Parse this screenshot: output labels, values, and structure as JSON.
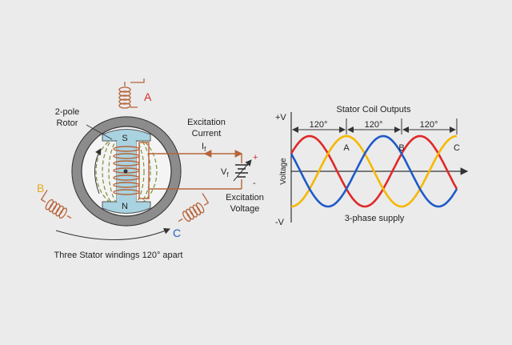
{
  "colors": {
    "background": "#ebebeb",
    "stator_ring": "#8c8c8c",
    "rotor_blue": "#a9d3e0",
    "coil_brown": "#b7643a",
    "flux_green": "#7a8f3c",
    "label_red": "#d22b2b",
    "label_yellow": "#e8a818",
    "label_blue": "#2560c0",
    "wave_red": "#e02828",
    "wave_yellow": "#f5b800",
    "wave_blue": "#1f5ac8",
    "axis": "#333333"
  },
  "generator": {
    "rotor_label_line1": "2-pole",
    "rotor_label_line2": "Rotor",
    "pole_north": "N",
    "pole_south": "S",
    "phase_a": "A",
    "phase_b": "B",
    "phase_c": "C",
    "windings_caption": "Three Stator windings 120° apart"
  },
  "excitation": {
    "current_line1": "Excitation",
    "current_line2": "Current",
    "current_symbol": "I",
    "current_subscript": "f",
    "voltage_symbol": "V",
    "voltage_subscript": "f",
    "plus": "+",
    "minus": "-",
    "voltage_line1": "Excitation",
    "voltage_line2": "Voltage"
  },
  "waveform": {
    "title": "Stator Coil Outputs",
    "y_axis_label": "Voltage",
    "y_top": "+V",
    "y_bottom": "-V",
    "spacing_labels": [
      "120°",
      "120°",
      "120°"
    ],
    "phase_labels": [
      "A",
      "B",
      "C"
    ],
    "caption": "3-phase supply"
  },
  "chart_data": {
    "type": "line",
    "title": "Stator Coil Outputs",
    "ylabel": "Voltage",
    "x": [
      0,
      60,
      120,
      180,
      240,
      300,
      360,
      420,
      480,
      540
    ],
    "series": [
      {
        "name": "A",
        "values": [
          0.5,
          1.0,
          0.5,
          -0.5,
          -1.0,
          -0.5,
          0.5,
          1.0,
          0.5,
          -0.5
        ]
      },
      {
        "name": "B",
        "values": [
          -1.0,
          -0.5,
          0.5,
          1.0,
          0.5,
          -0.5,
          -1.0,
          -0.5,
          0.5,
          1.0
        ]
      },
      {
        "name": "C",
        "values": [
          0.5,
          -0.5,
          -1.0,
          -0.5,
          0.5,
          1.0,
          0.5,
          -0.5,
          -1.0,
          -0.5
        ]
      }
    ],
    "ylim": [
      -1,
      1
    ],
    "xlim": [
      0,
      540
    ],
    "grid": false
  }
}
